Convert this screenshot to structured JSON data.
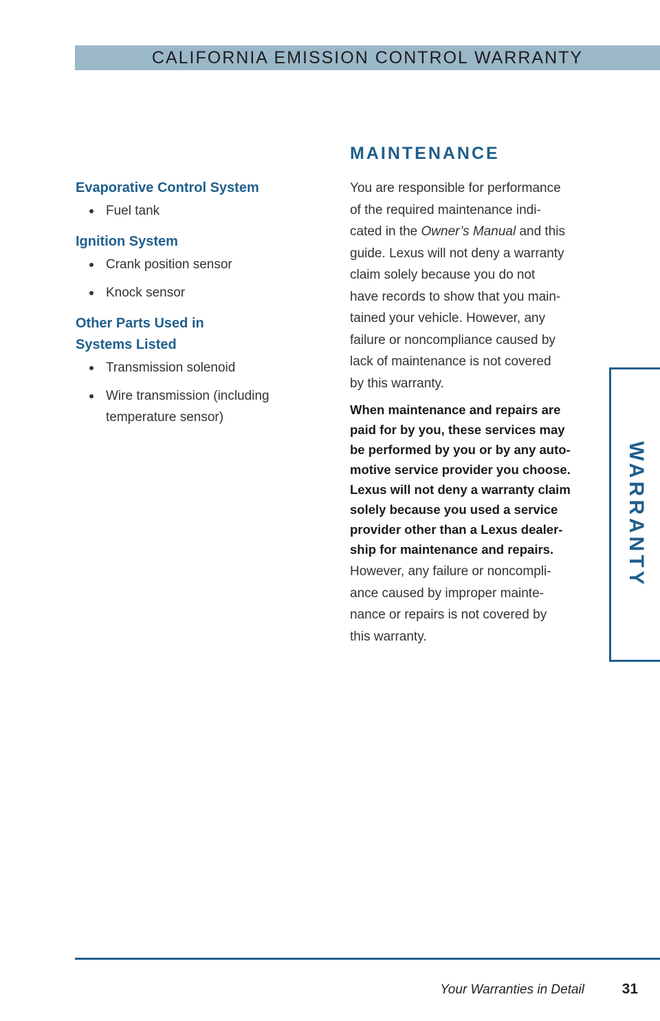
{
  "header": {
    "title": "CALIFORNIA EMISSION CONTROL WARRANTY"
  },
  "left_sections": [
    {
      "title": "Evaporative Control System",
      "items": [
        "Fuel tank"
      ]
    },
    {
      "title": "Ignition System",
      "items": [
        "Crank position sensor",
        "Knock sensor"
      ]
    },
    {
      "title_line1": "Other Parts Used in",
      "title_line2": "Systems Listed",
      "items": [
        "Transmission solenoid",
        "Wire transmission (including",
        "temperature sensor)"
      ]
    }
  ],
  "maintenance": {
    "heading": "MAINTENANCE",
    "para1_lines": [
      "You are responsible for performance",
      "of the required maintenance indi-",
      "cated in the ",
      "Owner’s Manual",
      " and this",
      "guide. Lexus will not deny a warranty",
      "claim solely because you do not",
      "have records to show that you main-",
      "tained your vehicle. However, any",
      "failure or noncompliance caused by",
      "lack of maintenance is not covered",
      "by this warranty."
    ],
    "bold_lines": [
      "When maintenance and repairs are",
      "paid for by you, these services may",
      "be performed by you or by any auto-",
      "motive service provider you choose.",
      "Lexus will not deny a warranty claim",
      "solely because you used a service",
      "provider other than a Lexus dealer-",
      "ship for maintenance and repairs."
    ],
    "para2_lines": [
      "However, any failure or noncompli-",
      "ance caused by improper mainte-",
      "nance or repairs is not covered by",
      "this warranty."
    ]
  },
  "side_tab": {
    "label": "WARRANTY"
  },
  "footer": {
    "title": "Your Warranties in Detail",
    "page": "31"
  }
}
